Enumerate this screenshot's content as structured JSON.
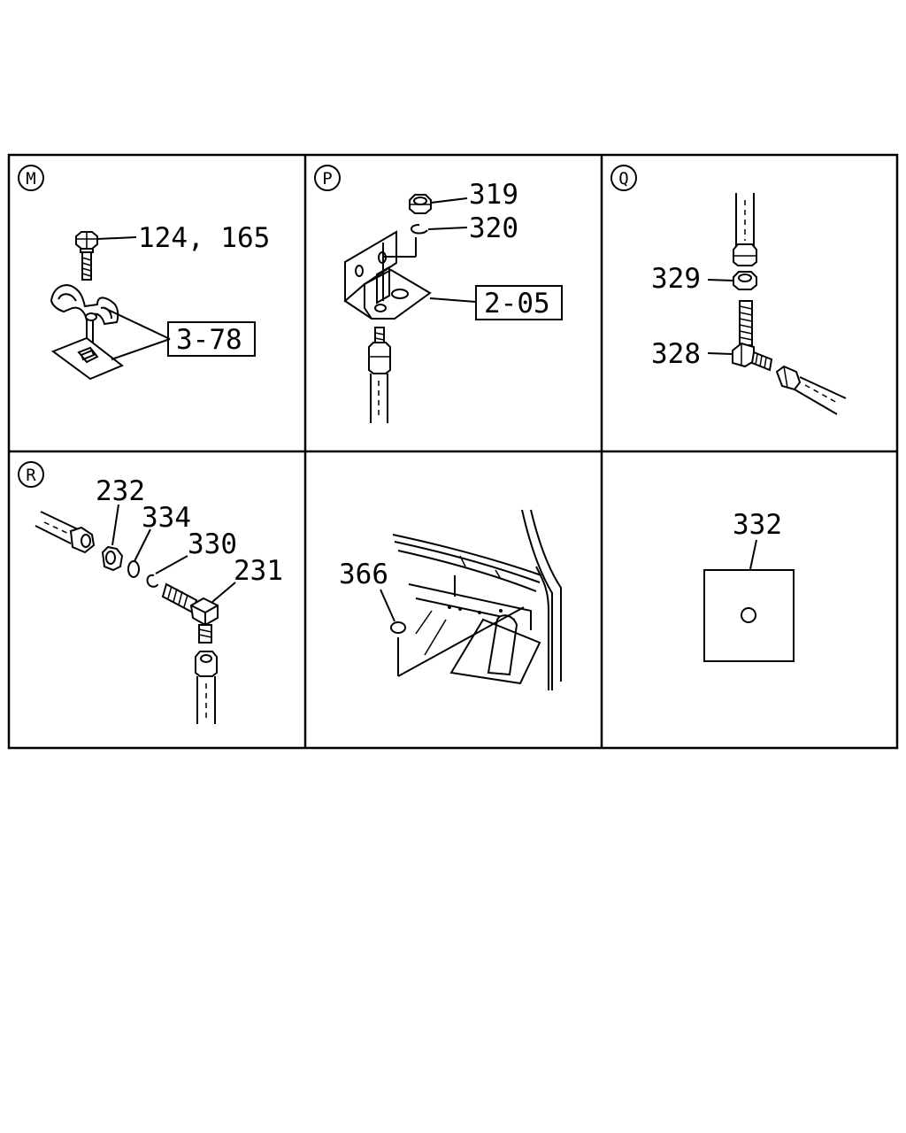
{
  "panels": {
    "m": {
      "letter": "M",
      "labels": {
        "bolt": "124, 165",
        "ref": "3-78"
      }
    },
    "p": {
      "letter": "P",
      "labels": {
        "nut": "319",
        "washer": "320",
        "ref": "2-05"
      }
    },
    "q": {
      "letter": "Q",
      "labels": {
        "nut": "329",
        "elbow": "328"
      }
    },
    "r": {
      "letter": "R",
      "labels": {
        "nut": "232",
        "washer_a": "334",
        "washer_b": "330",
        "elbow": "231"
      }
    },
    "cab": {
      "labels": {
        "grommet": "366"
      }
    },
    "pad": {
      "labels": {
        "pad": "332"
      }
    }
  }
}
